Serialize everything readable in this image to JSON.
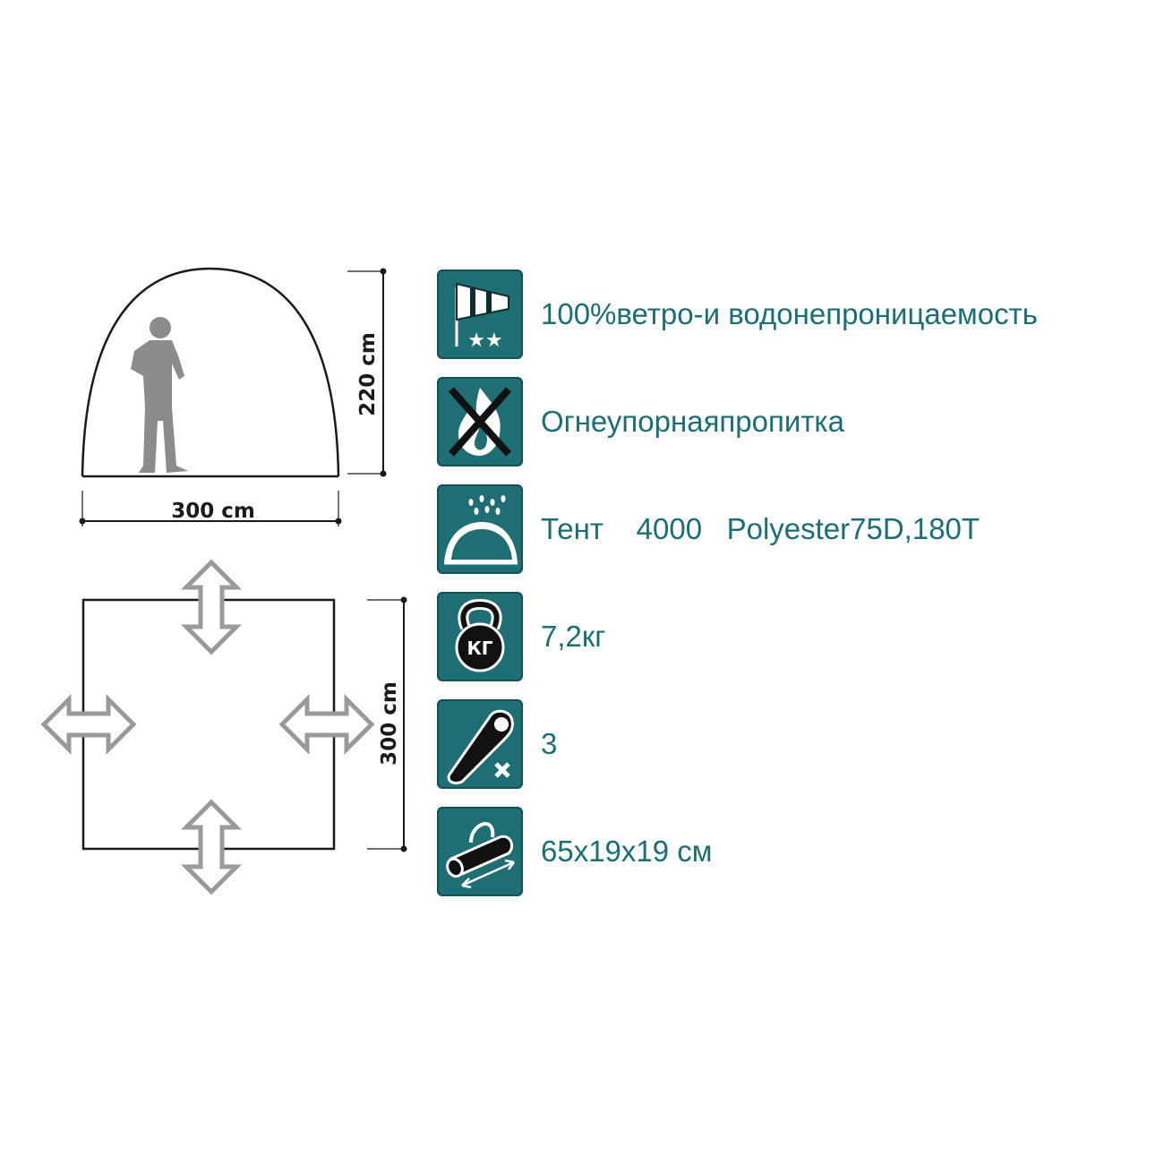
{
  "dimensions": {
    "height_label": "220 cm",
    "width_label": "300 cm",
    "floor_depth_label": "300 cm"
  },
  "specs": [
    {
      "icon": "windsock-icon",
      "text": "100%ветро-и водонепроницаемость"
    },
    {
      "icon": "fire-resistant-icon",
      "text": "Огнеупорнаяпропитка"
    },
    {
      "icon": "rain-tent-icon",
      "text": "Тент    4000   Polyester75D,180T"
    },
    {
      "icon": "kettlebell-weight-icon",
      "icon_text": "КГ",
      "text": "7,2кг"
    },
    {
      "icon": "sleeping-bag-icon",
      "text": "3"
    },
    {
      "icon": "carry-bag-icon",
      "text": "65x19x19 см"
    }
  ],
  "colors": {
    "accent": "#1f6e74",
    "text": "#1a6e74",
    "line": "#1a1a1a",
    "figure": "#8c8c8c",
    "arrow": "#9a9a9a"
  }
}
